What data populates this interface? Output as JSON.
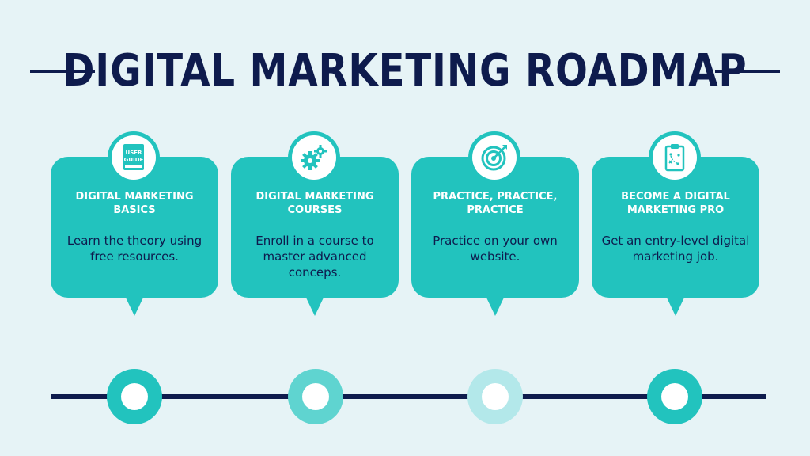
{
  "title": "DIGITAL MARKETING ROADMAP",
  "steps": [
    {
      "title": "DIGITAL MARKETING BASICS",
      "text": "Learn the theory using free resources.",
      "icon": "user-guide-icon",
      "icon_text": [
        "USER",
        "GUIDE"
      ]
    },
    {
      "title": "DIGITAL MARKETING COURSES",
      "text": "Enroll in a course to master advanced conceps.",
      "icon": "gears-icon"
    },
    {
      "title": "PRACTICE, PRACTICE, PRACTICE",
      "text": "Practice on your own website.",
      "icon": "target-icon"
    },
    {
      "title": "BECOME A DIGITAL MARKETING PRO",
      "text": "Get an entry-level digital marketing job.",
      "icon": "clipboard-strategy-icon"
    }
  ],
  "colors": {
    "background": "#e6f3f6",
    "navy": "#0e1b4d",
    "teal": "#22c3be",
    "node_colors": [
      "#22c3be",
      "#5fd4d0",
      "#b3e8ea",
      "#22c3be"
    ]
  }
}
